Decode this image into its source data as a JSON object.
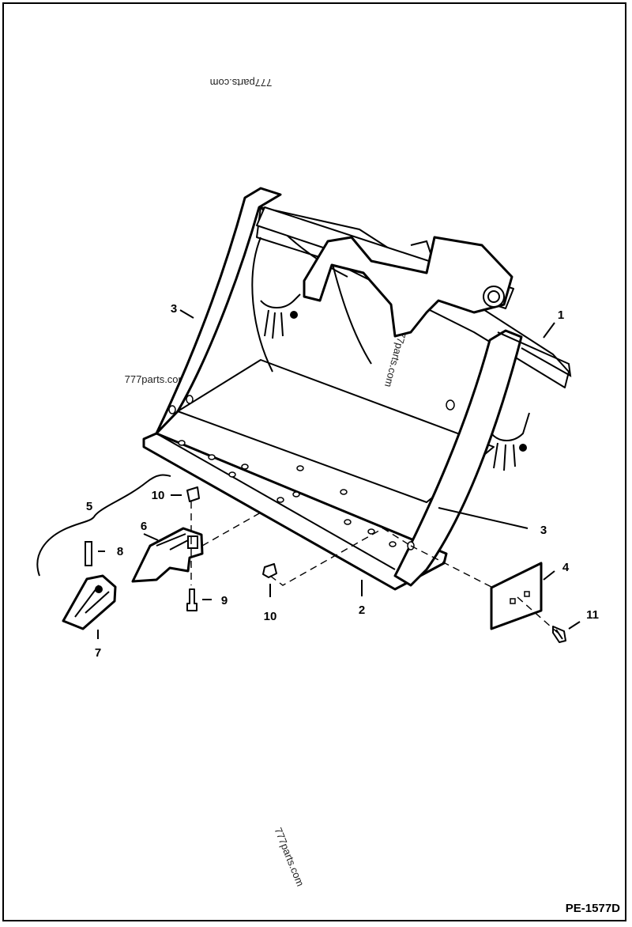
{
  "watermarks": [
    "777parts.com",
    "777parts.com",
    "777parts.com",
    "777parts.com"
  ],
  "callouts": [
    "1",
    "2",
    "3",
    "3",
    "4",
    "5",
    "6",
    "7",
    "8",
    "9",
    "10",
    "10",
    "11"
  ],
  "drawing_code": "PE-1577D"
}
